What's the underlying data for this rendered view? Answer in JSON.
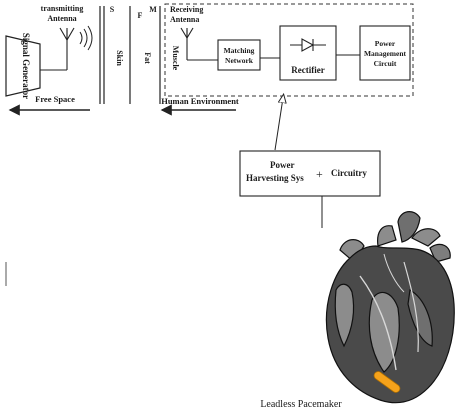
{
  "transmitter": {
    "antenna_line1": "transmitting",
    "antenna_line2": "Antenna",
    "generator": "Signal Generator"
  },
  "tissue_layers": {
    "skin_letter": "S",
    "fat_letter": "F",
    "muscle_letter": "M",
    "skin": "Skin",
    "fat": "Fat",
    "muscle": "Muscle"
  },
  "regions": {
    "free_space": "Free Space",
    "human_environment": "Human Environment"
  },
  "receiver": {
    "antenna_line1": "Receiving",
    "antenna_line2": "Antenna",
    "matching_line1": "Matching",
    "matching_line2": "Network",
    "rectifier": "Rectifier",
    "pmc_line1": "Power",
    "pmc_line2": "Management",
    "pmc_line3": "Circuit"
  },
  "harvesting": {
    "line1a": "Power",
    "line1b": "Harvesting Sys",
    "plus": "+",
    "circuitry": "Circuitry"
  },
  "device": {
    "label": "Leadless Pacemaker"
  },
  "colors": {
    "heart_dark": "#4a4a4a",
    "heart_light": "#8c8c8c",
    "pacemaker": "#f5a21b"
  }
}
